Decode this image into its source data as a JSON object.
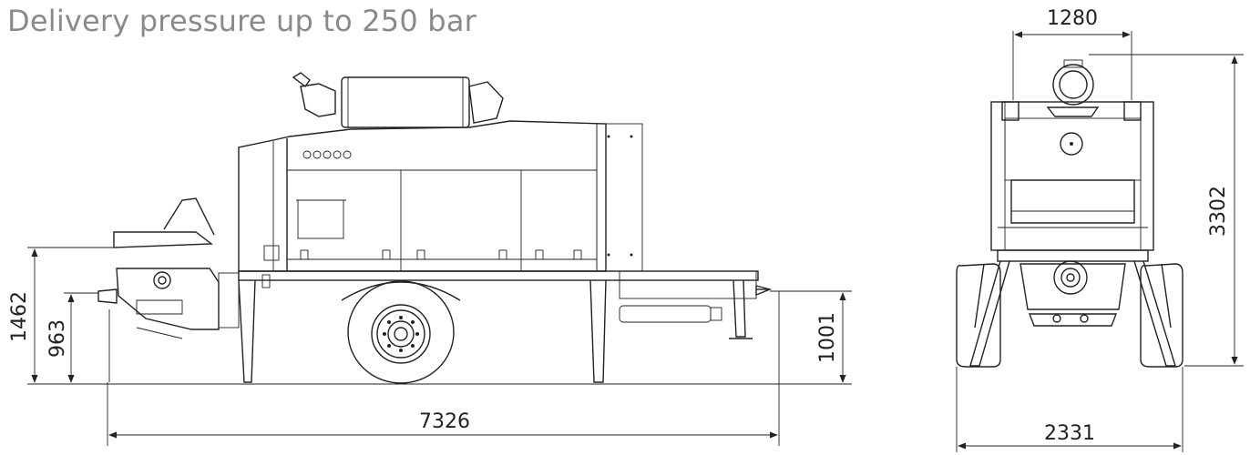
{
  "title": "Delivery pressure up to 250 bar",
  "side_view": {
    "length": "7326",
    "height": "1462",
    "feed_height": "963",
    "ground_clearance": "1001"
  },
  "rear_view": {
    "width_top": "1280",
    "width_bottom": "2331",
    "height": "3302"
  }
}
